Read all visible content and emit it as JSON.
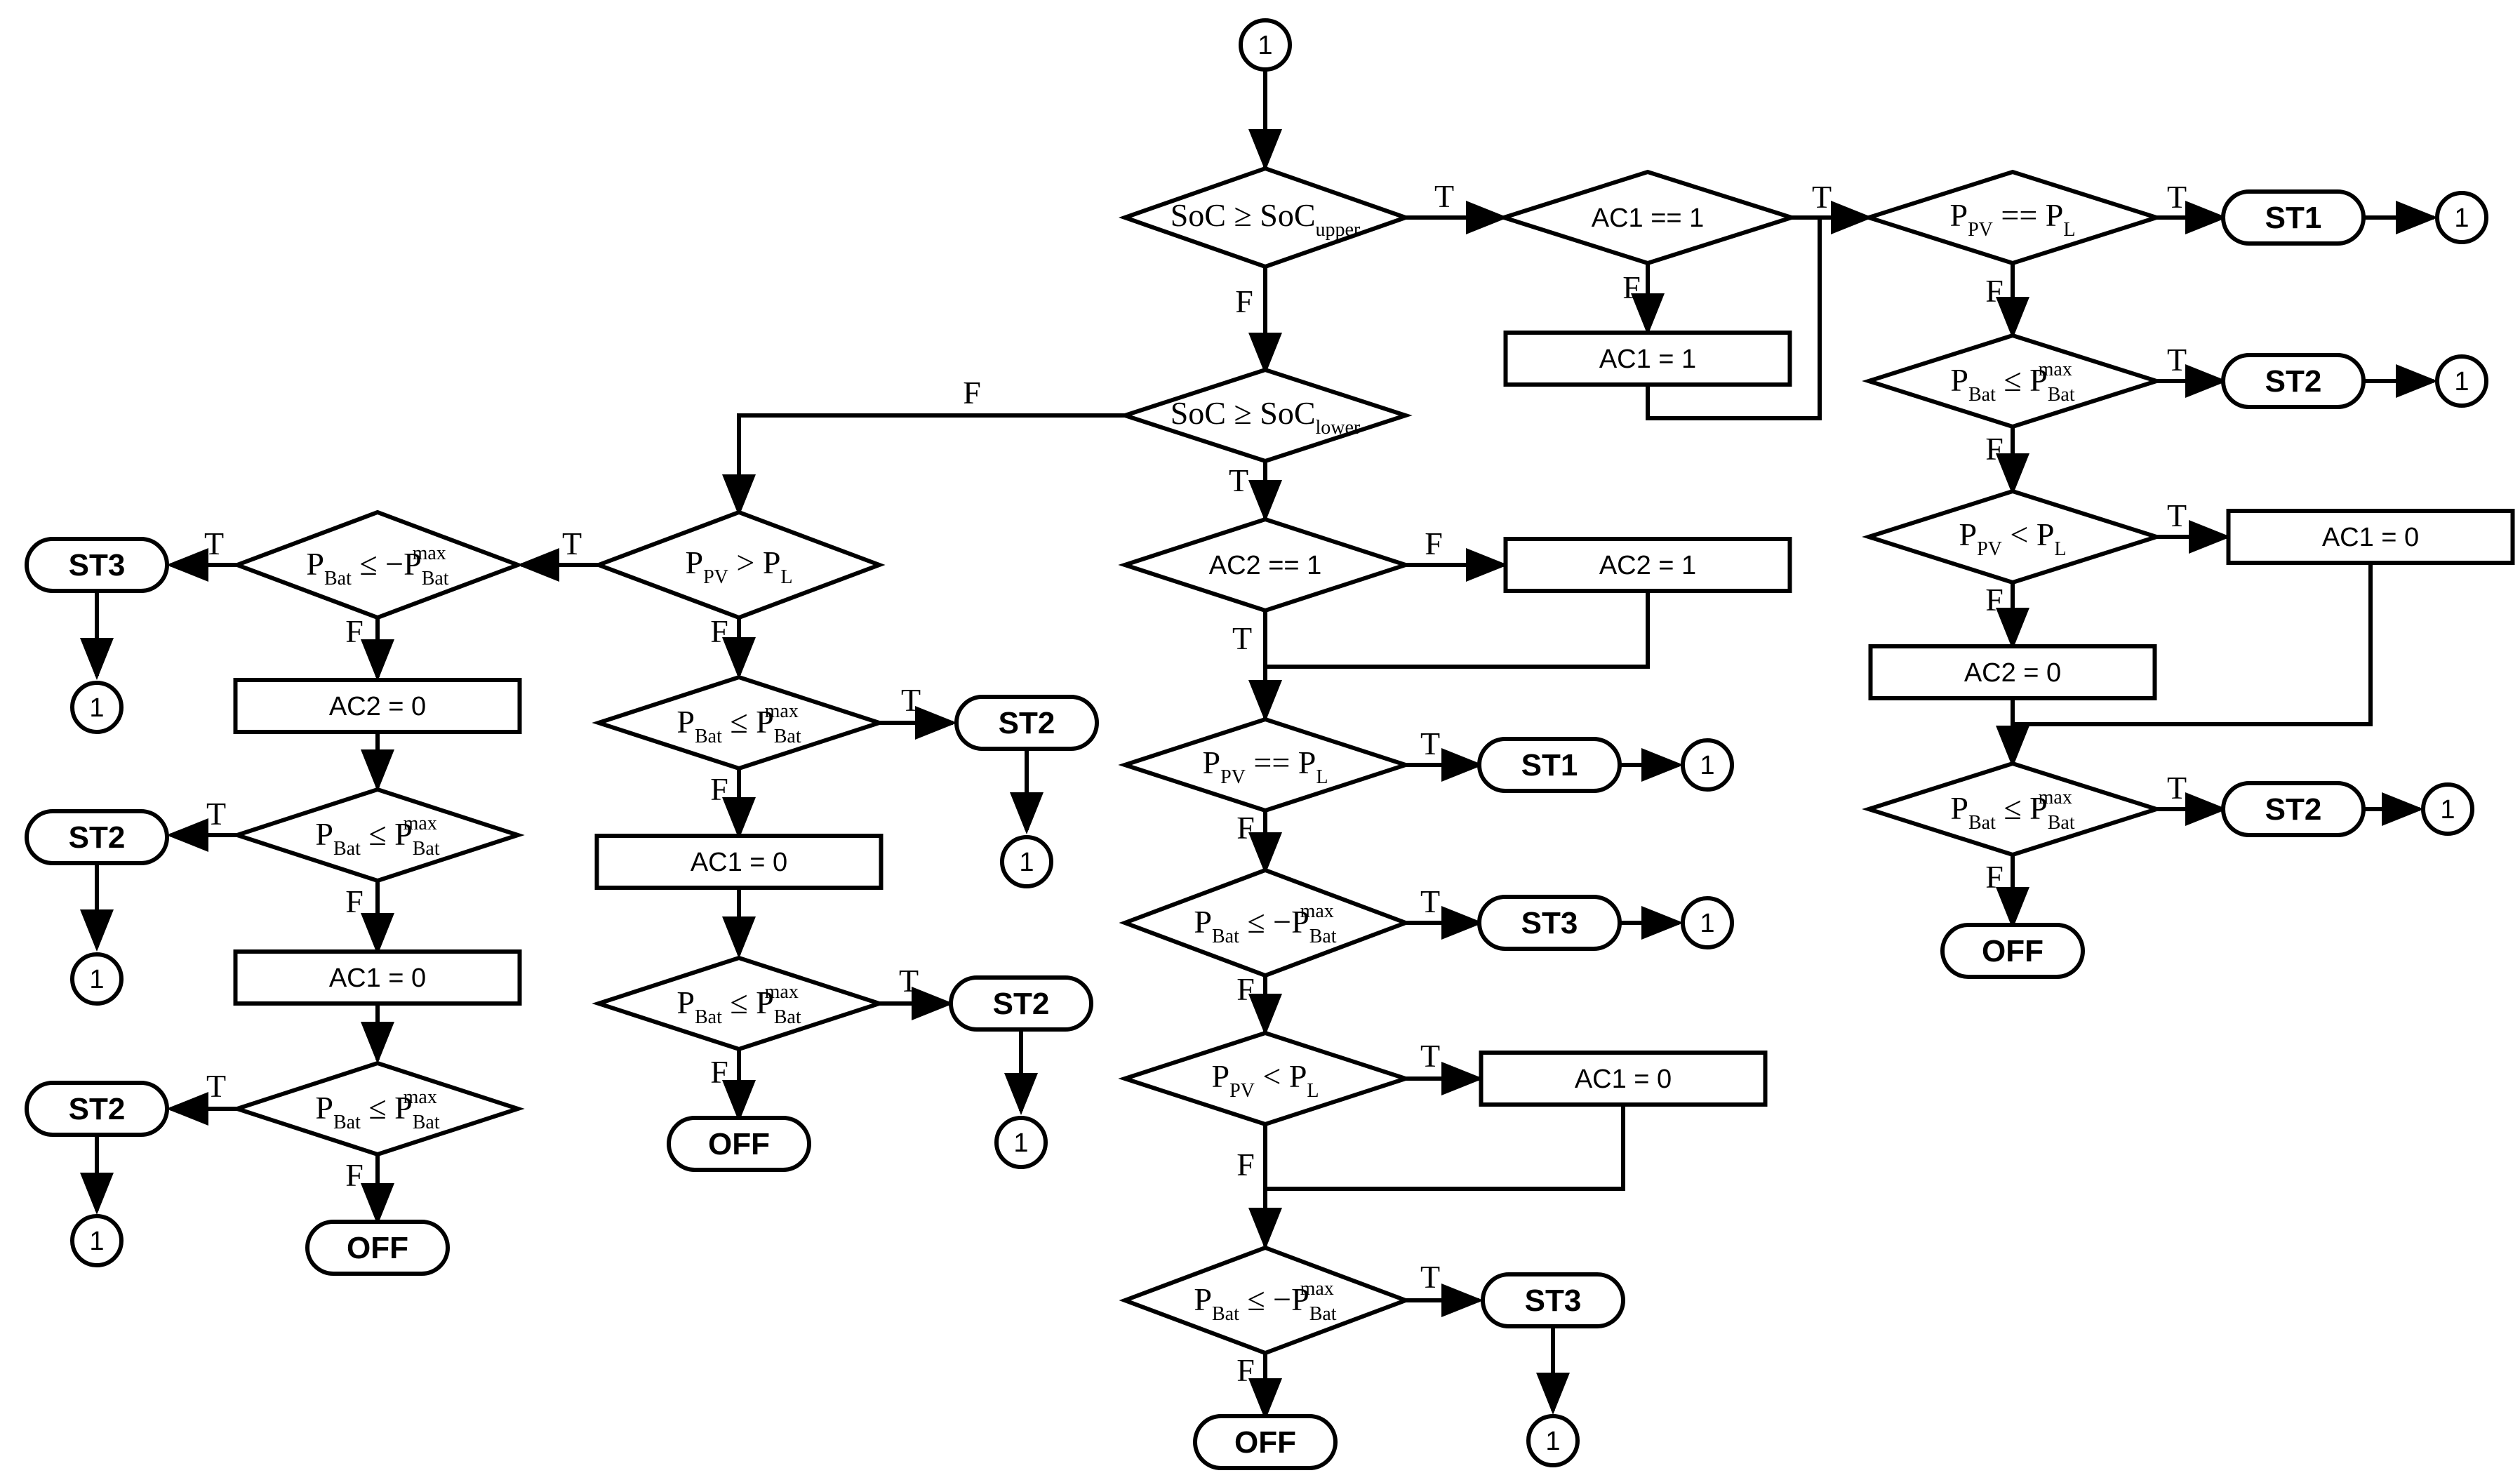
{
  "labels": {
    "true": "T",
    "false": "F",
    "connector": "1"
  },
  "conditions": {
    "soc_upper": {
      "main": "SoC ≥ SoC",
      "sub": "upper"
    },
    "soc_lower": {
      "main": "SoC ≥ SoC",
      "sub": "lower"
    },
    "ac1_eq": "AC1 == 1",
    "ac2_eq": "AC2 == 1",
    "p": "P",
    "pv": "PV",
    "l": "L",
    "bat": "Bat",
    "max": "max",
    "op_eq": " == ",
    "op_lt": " < ",
    "op_gt": " > ",
    "op_le": " ≤ ",
    "op_le_neg": " ≤ −"
  },
  "boxes": {
    "ac1_set1": "AC1 = 1",
    "ac2_set1": "AC2 = 1",
    "ac1_set0": "AC1 = 0",
    "ac2_set0": "AC2 = 0"
  },
  "terminals": {
    "st1": "ST1",
    "st2": "ST2",
    "st3": "ST3",
    "off": "OFF"
  }
}
